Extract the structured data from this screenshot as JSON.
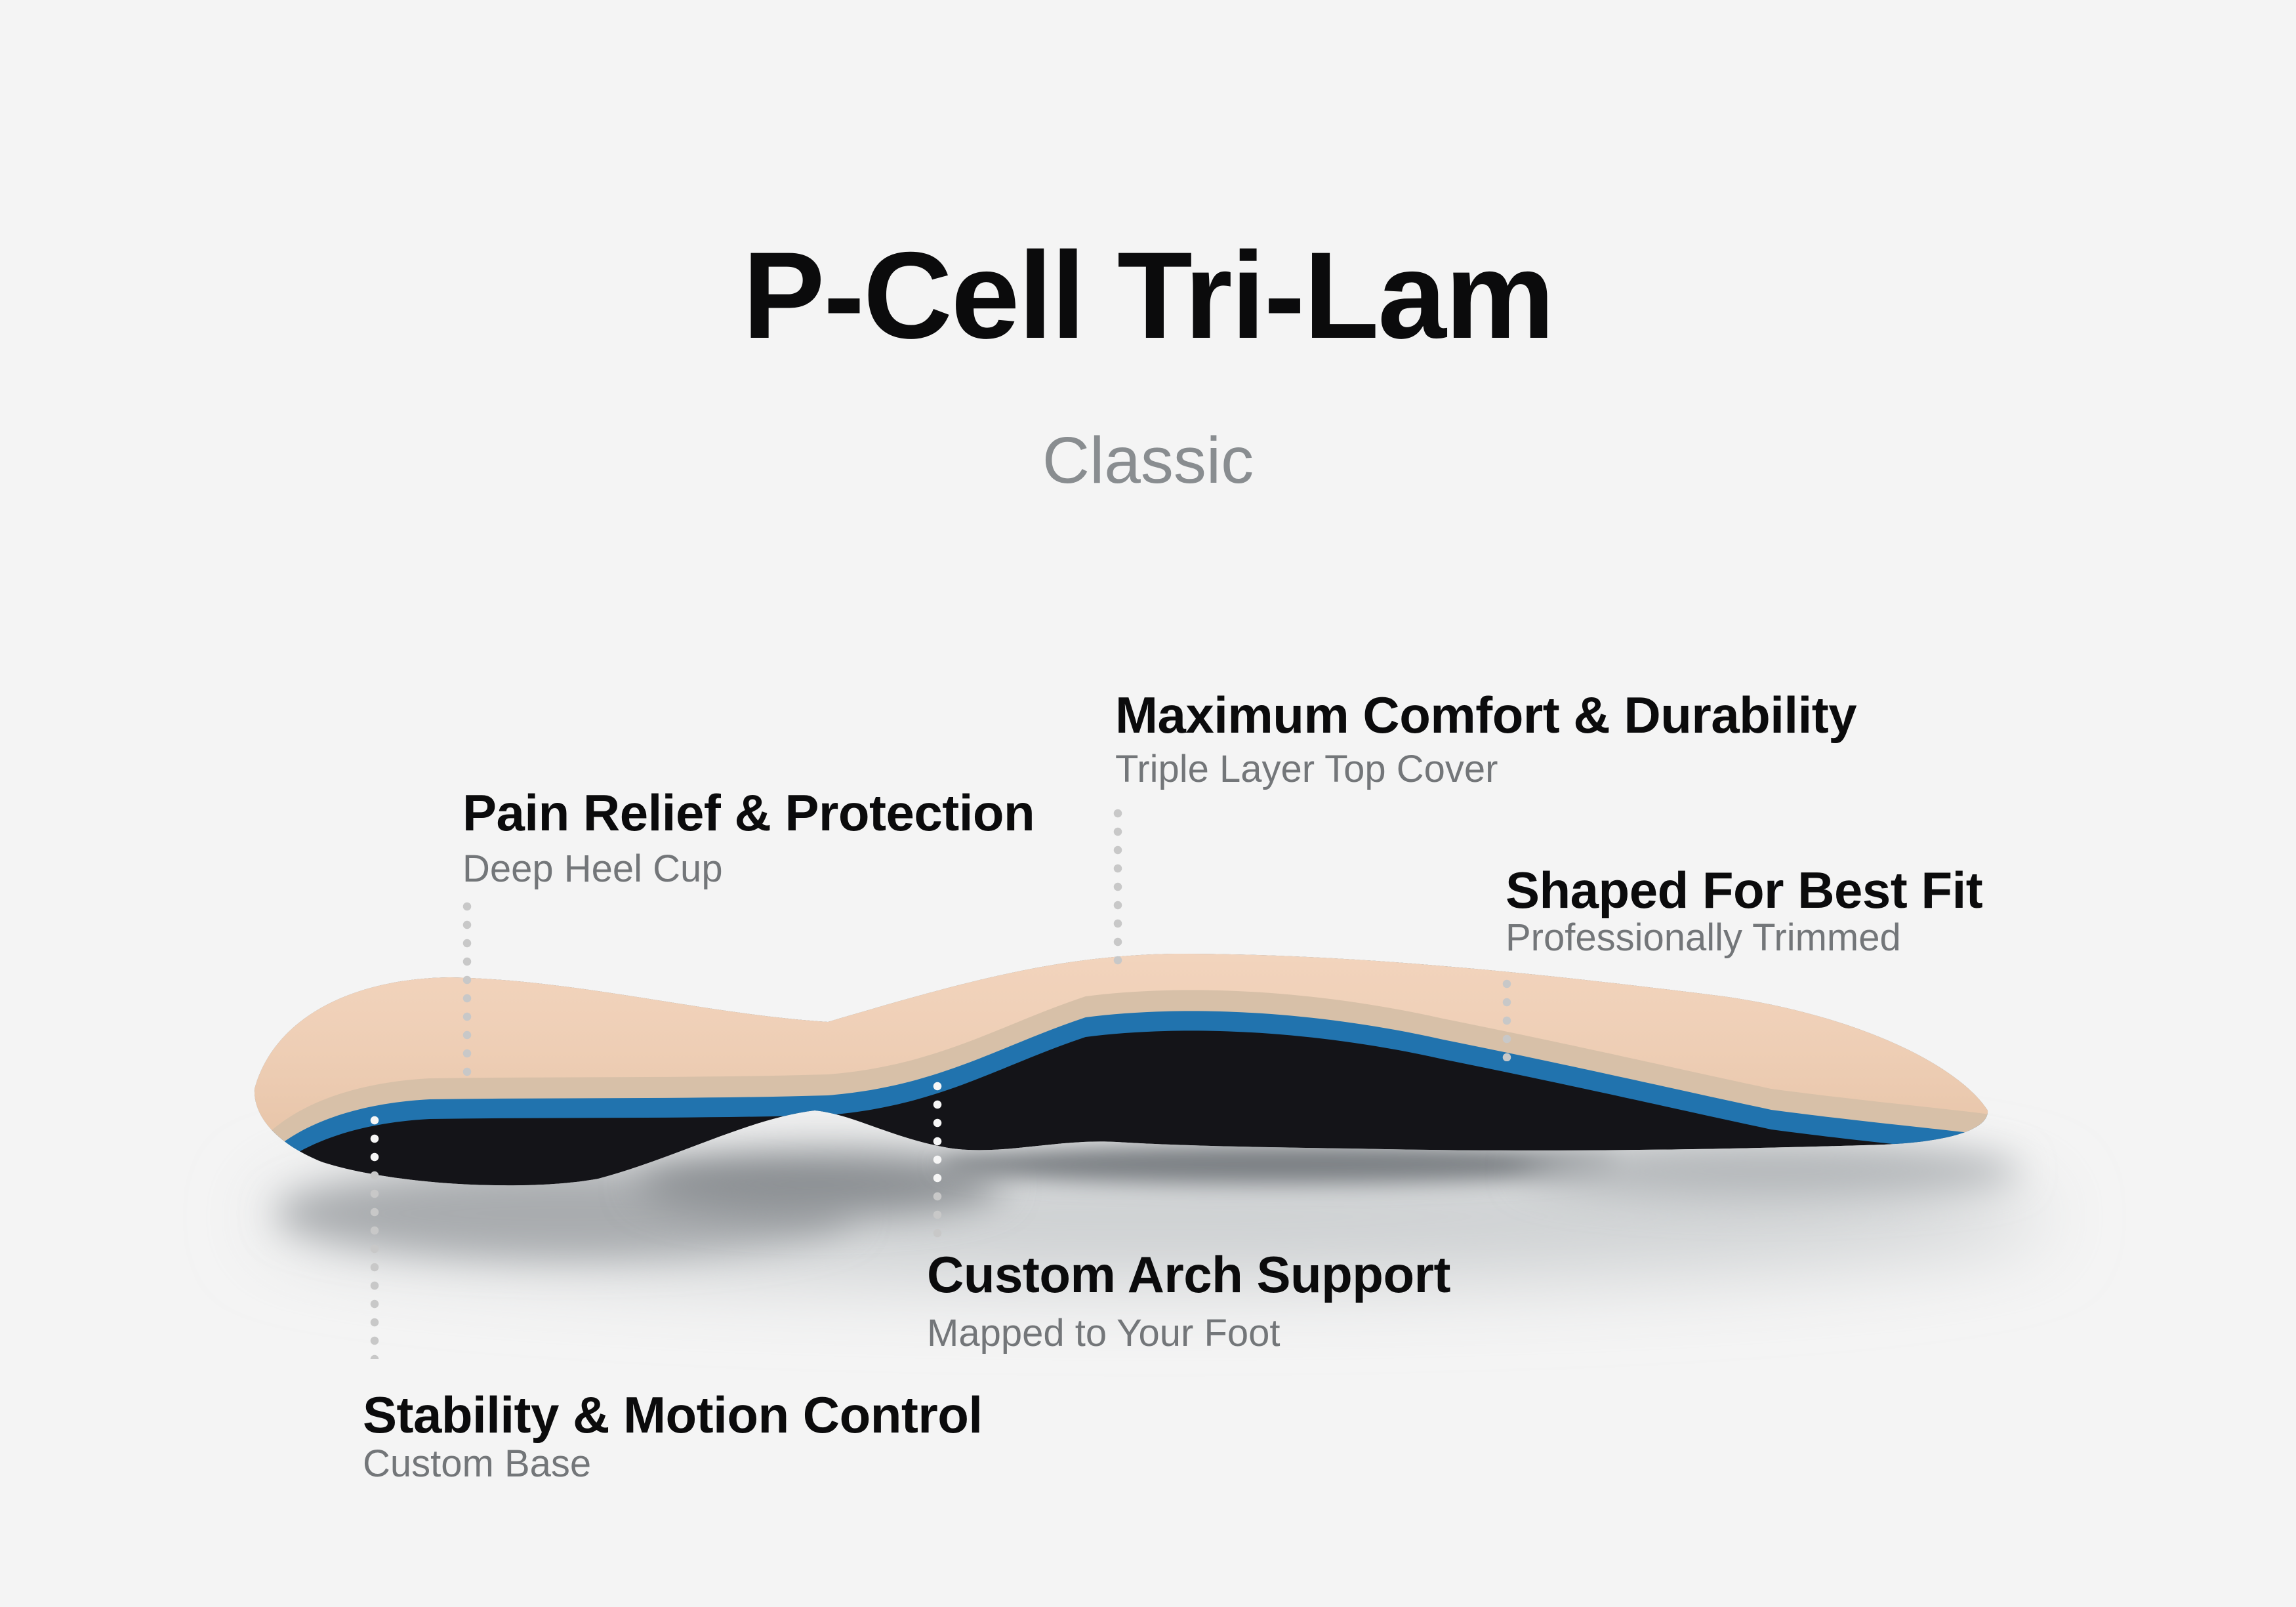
{
  "title": "P-Cell Tri-Lam",
  "subtitle": "Classic",
  "callouts": [
    {
      "id": "top-cover",
      "heading": "Maximum Comfort & Durability",
      "sub": "Triple Layer Top Cover"
    },
    {
      "id": "heel-cup",
      "heading": "Pain Relief & Protection",
      "sub": "Deep Heel Cup"
    },
    {
      "id": "trim",
      "heading": "Shaped For Best Fit",
      "sub": "Professionally Trimmed"
    },
    {
      "id": "arch",
      "heading": "Custom Arch Support",
      "sub": "Mapped to Your Foot"
    },
    {
      "id": "base",
      "heading": "Stability & Motion Control",
      "sub": "Custom Base"
    }
  ],
  "colors": {
    "background": "#f4f4f4",
    "heading_text": "#0b0b0c",
    "subtitle_text": "#898d90",
    "sub_text": "#737679",
    "dot_gray": "#c8c8c8",
    "dot_white": "#f6f6f6",
    "layer_top_cover": "#f0ceb4",
    "layer_top_highlight": "#f7ddca",
    "layer_suede": "#d7c0a8",
    "layer_blue": "#2173ae",
    "layer_base": "#141418",
    "shadow": "#a9acaf"
  }
}
